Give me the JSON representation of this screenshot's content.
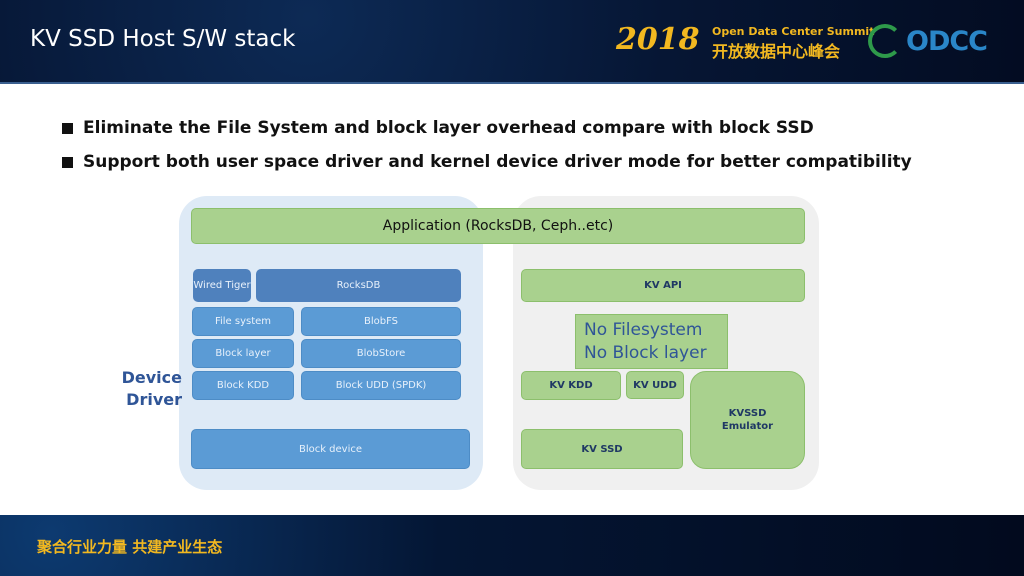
{
  "header": {
    "title": "KV SSD Host S/W stack",
    "event_year": "2018",
    "event_name_en": "Open Data Center Summit",
    "event_name_cn": "开放数据中心峰会",
    "org_logo": "ODCC"
  },
  "bullets": [
    "Eliminate the File System and block layer overhead compare with block SSD",
    "Support both user space driver and kernel device driver mode for better compatibility"
  ],
  "diagram": {
    "application": "Application (RocksDB, Ceph..etc)",
    "left": {
      "label": "Device Driver",
      "wired_tiger": "Wired Tiger",
      "rocksdb": "RocksDB",
      "file_system": "File system",
      "blobfs": "BlobFS",
      "block_layer": "Block layer",
      "blobstore": "BlobStore",
      "block_kdd": "Block KDD",
      "block_udd": "Block UDD (SPDK)",
      "block_device": "Block device"
    },
    "right": {
      "kv_api": "KV API",
      "no_fs": "No Filesystem",
      "no_block": "No Block layer",
      "kv_kdd": "KV KDD",
      "kv_udd": "KV UDD",
      "emulator": "KVSSD Emulator",
      "kv_ssd": "KV SSD"
    }
  },
  "footer": {
    "slogan": "聚合行业力量  共建产业生态"
  },
  "colors": {
    "header_bg": "#061634",
    "gold": "#f2b820",
    "blue_box": "#5b9bd5",
    "green_box": "#a9d18e",
    "text_blue": "#2f5597"
  }
}
